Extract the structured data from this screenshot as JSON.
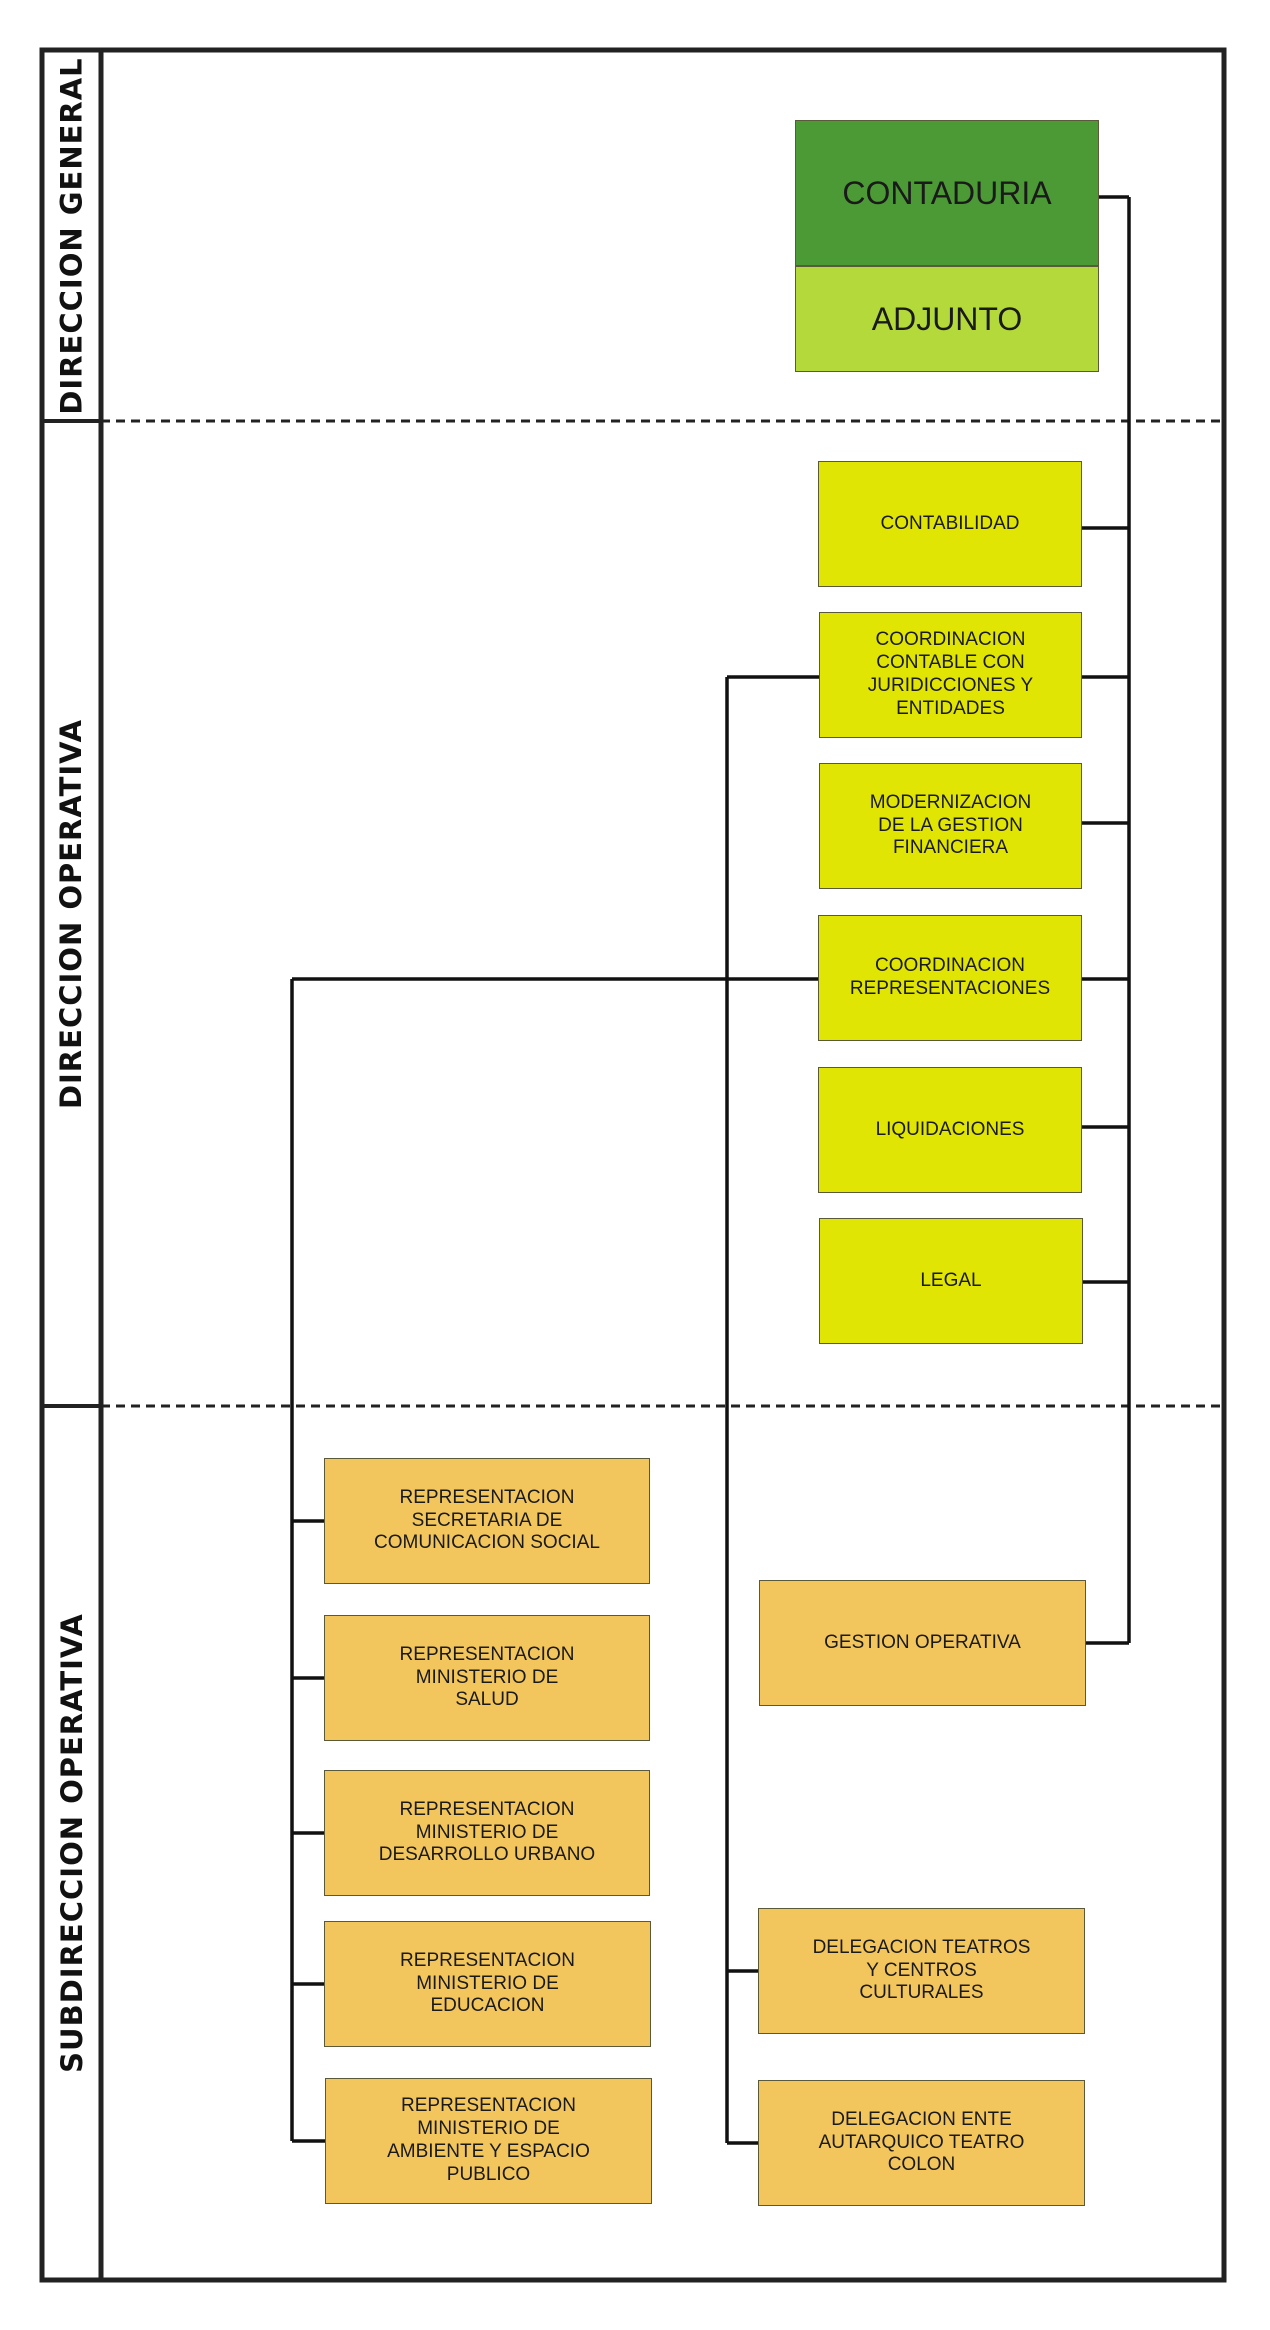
{
  "bands": [
    {
      "label": "DIRECCION GENERAL"
    },
    {
      "label": "DIRECCION OPERATIVA"
    },
    {
      "label": "SUBDIRECCION OPERATIVA"
    }
  ],
  "nodes": {
    "contaduria": "CONTADURIA",
    "adjunto": "ADJUNTO",
    "contabilidad": "CONTABILIDAD",
    "coordinacion_contable": "COORDINACION\nCONTABLE CON\nJURIDICCIONES Y\nENTIDADES",
    "modernizacion": "MODERNIZACION\nDE LA GESTION\nFINANCIERA",
    "coordinacion_representaciones": "COORDINACION\nREPRESENTACIONES",
    "liquidaciones": "LIQUIDACIONES",
    "legal": "LEGAL",
    "rep_comunicacion": "REPRESENTACION\nSECRETARIA DE\nCOMUNICACION SOCIAL",
    "rep_salud": "REPRESENTACION\nMINISTERIO DE\nSALUD",
    "rep_desarrollo": "REPRESENTACION\nMINISTERIO DE\nDESARROLLO URBANO",
    "rep_educacion": "REPRESENTACION\nMINISTERIO DE\nEDUCACION",
    "rep_ambiente": "REPRESENTACION\nMINISTERIO DE\nAMBIENTE Y ESPACIO\nPUBLICO",
    "gestion_operativa": "GESTION OPERATIVA",
    "delegacion_teatros": "DELEGACION TEATROS\nY CENTROS\nCULTURALES",
    "delegacion_colon": "DELEGACION ENTE\nAUTARQUICO TEATRO\nCOLON"
  },
  "colors": {
    "contaduria": "#4c9a35",
    "adjunto": "#b3d93a",
    "direccion_operativa_units": "#e1e503",
    "subdireccion_units": "#f2c65c"
  }
}
